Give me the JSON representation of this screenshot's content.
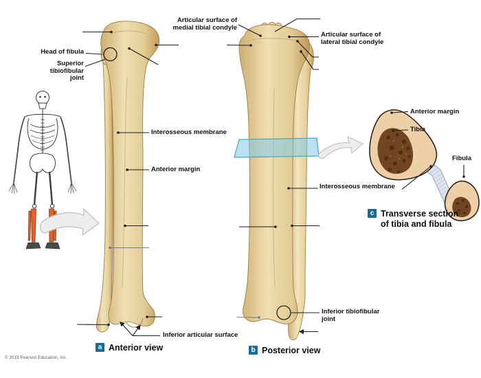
{
  "figure": {
    "copyright": "© 2015 Pearson Education, Inc.",
    "captions": {
      "a": {
        "letter": "a",
        "title": "Anterior view"
      },
      "b": {
        "letter": "b",
        "title": "Posterior view"
      },
      "c": {
        "letter": "c",
        "title": "Transverse section\nof tibia and fibula"
      }
    },
    "labels": {
      "head_of_fibula": "Head of fibula",
      "superior_tibiofibular_joint": "Superior\ntibiofibular\njoint",
      "articular_surface_medial": "Articular surface of\nmedial tibial condyle",
      "articular_surface_lateral": "Articular surface of\nlateral tibial condyle",
      "interosseous_membrane_anterior": "Interosseous membrane",
      "anterior_margin_anterior": "Anterior margin",
      "inferior_articular_surface": "Inferior articular surface",
      "interosseous_membrane_posterior": "Interosseous membrane",
      "inferior_tibiofibular_joint": "Inferior tibiofibular\njoint",
      "anterior_margin_section": "Anterior margin",
      "tibia_section": "Tibia",
      "fibula_section": "Fibula"
    },
    "colors": {
      "caption_box": "#1a6b94",
      "skeleton_highlight": "#e0622c",
      "plane_blue": "#7dcbeb",
      "bone_tan": "#e9d2a0",
      "membrane": "#dde4ef",
      "spongy_bone": "#6f4522"
    }
  }
}
